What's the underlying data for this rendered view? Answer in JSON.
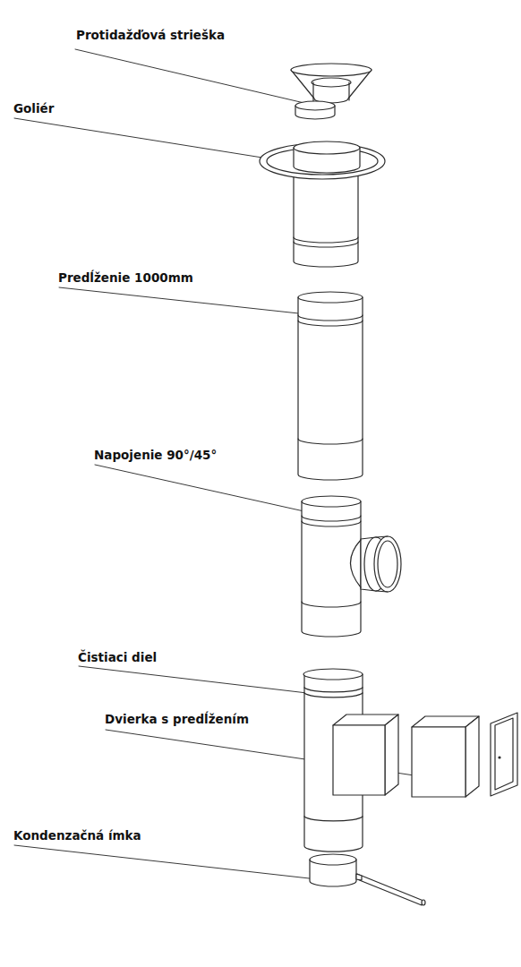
{
  "diagram": {
    "labels": [
      "Protidažďová strieška",
      "Goliér",
      "Predĺženie 1000mm",
      "Napojenie 90°/45°",
      "Čistiaci diel",
      "Dvierka s predĺžením",
      "Kondenzačná ímka"
    ]
  }
}
